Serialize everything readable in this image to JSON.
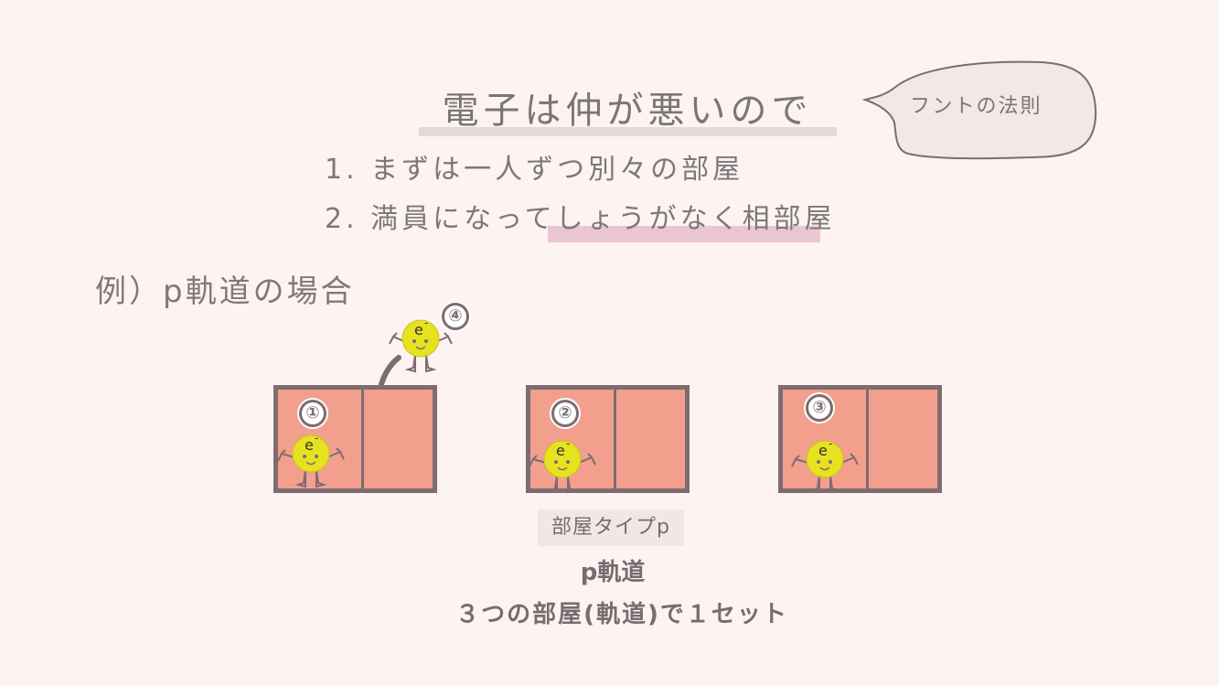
{
  "title": "電子は仲が悪いので",
  "bubble": {
    "text": "フントの法則"
  },
  "rules": [
    "1. まずは一人ずつ別々の部屋",
    "2. 満員になってしょうがなく相部屋"
  ],
  "example_heading": "例）p軌道の場合",
  "rooms": [
    {
      "number": "①",
      "has_electron": true
    },
    {
      "number": "②",
      "has_electron": true
    },
    {
      "number": "③",
      "has_electron": true
    }
  ],
  "incoming_electron": {
    "number": "④",
    "symbol": "e⁻"
  },
  "electron_symbol": "e",
  "electron_charge": "-",
  "room_type_label": "部屋タイプp",
  "orbital_label": "p軌道",
  "set_description": "３つの部屋(軌道)で１セット",
  "colors": {
    "background": "#fdf3f1",
    "room_fill": "#f2a08d",
    "room_border": "#7e6c71",
    "electron_fill": "#e6e21f",
    "highlight": "#e9c6d2",
    "title_bar": "#e5d8d8",
    "bubble_fill": "#f3e8e7"
  }
}
